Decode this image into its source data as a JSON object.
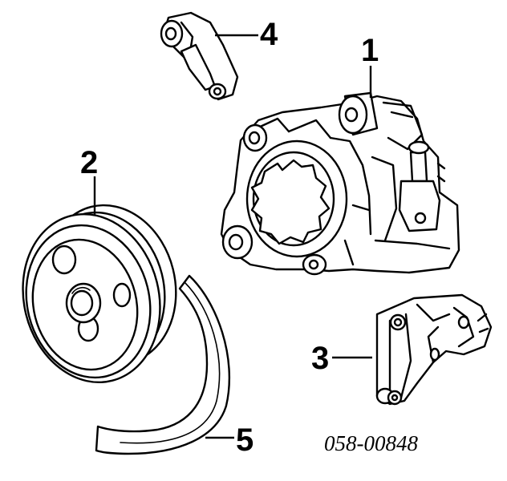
{
  "diagram": {
    "callouts": [
      {
        "id": "1",
        "label": "1"
      },
      {
        "id": "2",
        "label": "2"
      },
      {
        "id": "3",
        "label": "3"
      },
      {
        "id": "4",
        "label": "4"
      },
      {
        "id": "5",
        "label": "5"
      }
    ],
    "diagram_id": "058-00848",
    "colors": {
      "line": "#000000",
      "background": "#ffffff"
    }
  }
}
